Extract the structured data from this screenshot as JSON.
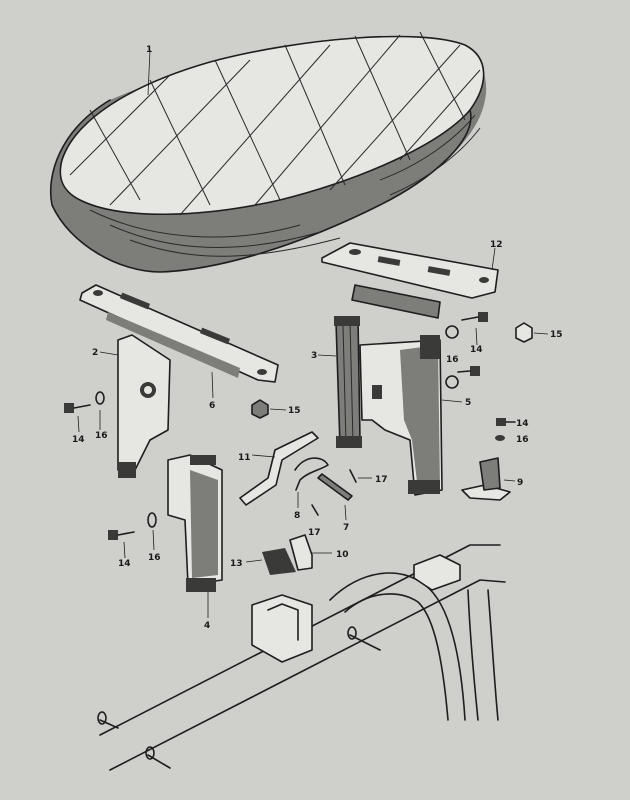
{
  "labels": {
    "p1": "1",
    "p2": "2",
    "p3": "3",
    "p4": "4",
    "p5": "5",
    "p6": "6",
    "p7": "7",
    "p8": "8",
    "p9": "9",
    "p10": "10",
    "p11": "11",
    "p12": "12",
    "p13": "13",
    "p14a": "14",
    "p14b": "14",
    "p14c": "14",
    "p14d": "14",
    "p15a": "15",
    "p15b": "15",
    "p16a": "16",
    "p16b": "16",
    "p16c": "16",
    "p16d": "16",
    "p17a": "17",
    "p17b": "17"
  }
}
